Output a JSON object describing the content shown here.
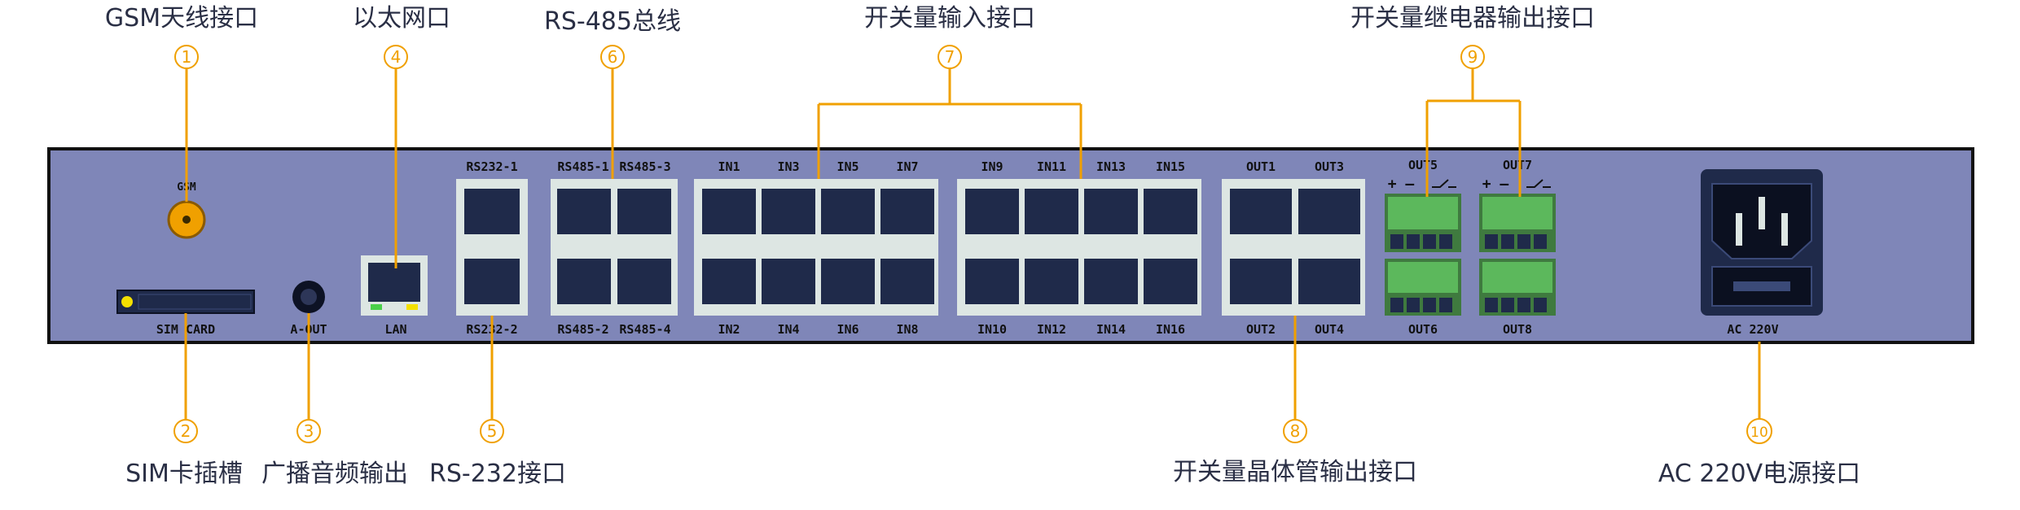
{
  "colors": {
    "panel": "#7f86b8",
    "accent": "#f0a000",
    "port_block": "#dde6e3",
    "port_dark": "#1f2a4a",
    "terminal_green": "#5cb85c"
  },
  "callouts": [
    {
      "num": "1",
      "label": "GSM天线接口"
    },
    {
      "num": "2",
      "label": "SIM卡插槽"
    },
    {
      "num": "3",
      "label": "广播音频输出"
    },
    {
      "num": "4",
      "label": "以太网口"
    },
    {
      "num": "5",
      "label": "RS-232接口"
    },
    {
      "num": "6",
      "label": "RS-485总线"
    },
    {
      "num": "7",
      "label": "开关量输入接口"
    },
    {
      "num": "8",
      "label": "开关量晶体管输出接口"
    },
    {
      "num": "9",
      "label": "开关量继电器输出接口"
    },
    {
      "num": "10",
      "label": "AC 220V电源接口"
    }
  ],
  "panel_labels": {
    "gsm": "GSM",
    "sim": "SIM CARD",
    "aout": "A-OUT",
    "lan": "LAN",
    "rs232_top": "RS232-1",
    "rs232_bot": "RS232-2",
    "rs485_1": "RS485-1",
    "rs485_3": "RS485-3",
    "rs485_2": "RS485-2",
    "rs485_4": "RS485-4",
    "in_top": [
      "IN1",
      "IN3",
      "IN5",
      "IN7",
      "IN9",
      "IN11",
      "IN13",
      "IN15"
    ],
    "in_bot": [
      "IN2",
      "IN4",
      "IN6",
      "IN8",
      "IN10",
      "IN12",
      "IN14",
      "IN16"
    ],
    "out_top": [
      "OUT1",
      "OUT3"
    ],
    "out_bot": [
      "OUT2",
      "OUT4"
    ],
    "relay_top": [
      "OUT5",
      "OUT7"
    ],
    "relay_bot": [
      "OUT6",
      "OUT8"
    ],
    "relay_sym": [
      "+ –",
      "+ –"
    ],
    "ac": "AC 220V"
  }
}
